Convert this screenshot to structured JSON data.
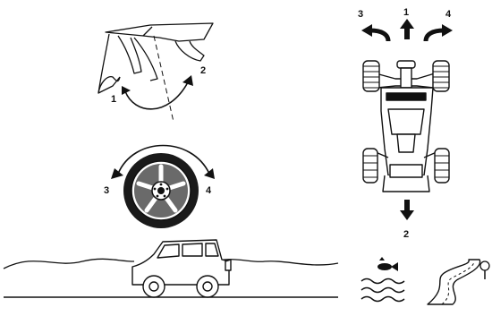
{
  "panel_fender": {
    "labels": [
      "1",
      "2"
    ]
  },
  "panel_wheel": {
    "labels": [
      "3",
      "4"
    ]
  },
  "panel_vehicle": {
    "labels": {
      "up": "1",
      "down": "2",
      "left": "3",
      "right": "4"
    }
  },
  "colors": {
    "ink": "#111111",
    "tire": "#1a1a1a",
    "rim": "#5a5a5a",
    "paper": "#ffffff"
  }
}
